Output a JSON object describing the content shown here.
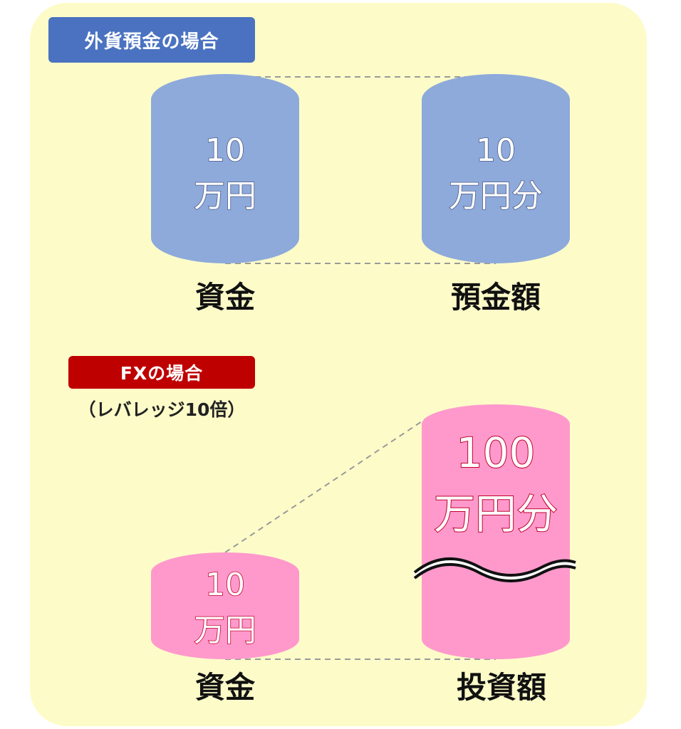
{
  "deposit_section": {
    "label": "外貨預金の場合",
    "capital": {
      "amount": "10",
      "unit": "万円",
      "caption": "資金"
    },
    "deposit": {
      "amount": "10",
      "unit": "万円分",
      "caption": "預金額"
    }
  },
  "fx_section": {
    "label": "FXの場合",
    "note": "（レバレッジ10倍）",
    "capital": {
      "amount": "10",
      "unit": "万円",
      "caption": "資金"
    },
    "investment": {
      "amount": "100",
      "unit": "万円分",
      "caption": "投資額"
    }
  },
  "colors": {
    "background": "#fdfcc9",
    "deposit_label": "#4a72c0",
    "fx_label": "#bf0000",
    "blue_cylinder": "#8eaadb",
    "pink_cylinder": "#ff99cc"
  }
}
